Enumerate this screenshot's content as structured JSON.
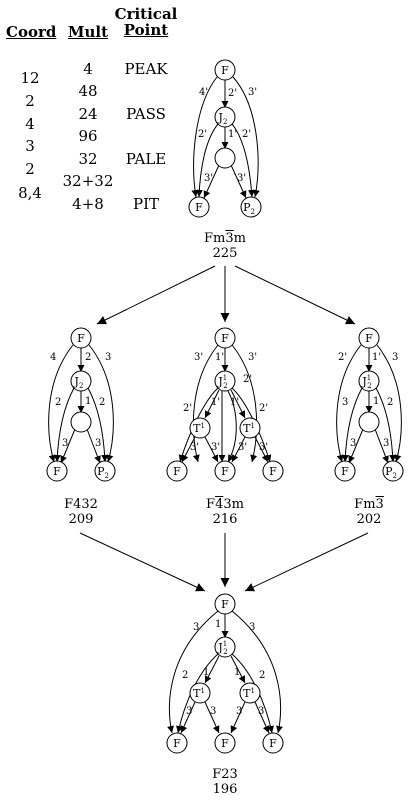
{
  "table": {
    "headers": {
      "coord": "Coord",
      "mult": "Mult",
      "critical_line1": "Critical",
      "critical_line2": "Point"
    },
    "coord_values": [
      "12",
      "2",
      "4",
      "3",
      "2",
      "8,4"
    ],
    "mult_values": [
      "4",
      "48",
      "24",
      "96",
      "32",
      "32+32",
      "4+8"
    ],
    "critical_points": [
      "PEAK",
      "PASS",
      "PALE",
      "PIT"
    ]
  },
  "graphs": {
    "top": {
      "name": "Fm̅ 3m",
      "name_plain": "Fm3m",
      "number": "225"
    },
    "left": {
      "name": "F432",
      "number": "209"
    },
    "middle": {
      "name": "F̅ 43m",
      "name_plain": "F43m",
      "number": "216"
    },
    "right": {
      "name": "Fm̅ 3",
      "name_plain": "Fm3",
      "number": "202"
    },
    "bottom": {
      "name": "F23",
      "number": "196"
    }
  },
  "node_labels": {
    "F": "F",
    "J": "J",
    "J_sub": "2",
    "J_sup": "1",
    "P": "P",
    "P_sub": "2",
    "T": "T",
    "T_sup": "1"
  }
}
